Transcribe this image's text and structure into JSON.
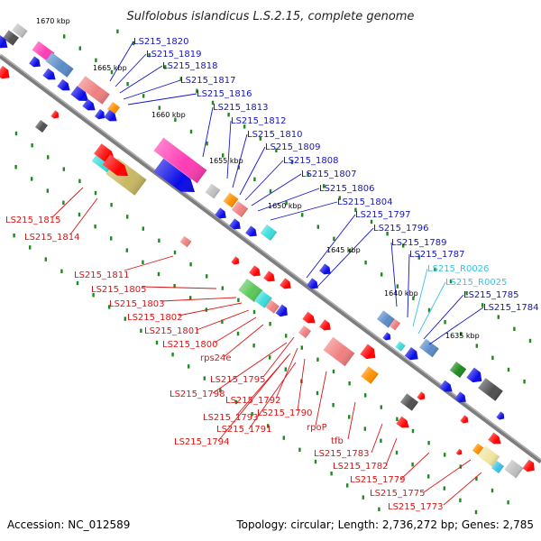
{
  "header": {
    "title": "Sulfolobus islandicus L.S.2.15, complete genome"
  },
  "footer": {
    "accession": "Accession: NC_012589",
    "topology": "Topology: circular; Length: 2,736,272 bp; Genes: 2,785"
  },
  "colors": {
    "forward_label": "#1414c8",
    "reverse_label": "#dc1414",
    "rna_label": "#3cc3e6",
    "backbone": "#808080",
    "tick": "#1f8a1f"
  },
  "kbp_ticks": [
    "1670 kbp",
    "1665 kbp",
    "1660 kbp",
    "1655 kbp",
    "1650 kbp",
    "1645 kbp",
    "1640 kbp",
    "1635 kbp"
  ],
  "forward_labels": [
    "LS215_1820",
    "LS215_1819",
    "LS215_1818",
    "LS215_1817",
    "LS215_1816",
    "LS215_1813",
    "LS215_1812",
    "LS215_1810",
    "LS215_1809",
    "LS215_1808",
    "LS215_1807",
    "LS215_1806",
    "LS215_1804",
    "LS215_1797",
    "LS215_1796",
    "LS215_1789",
    "LS215_1787",
    "LS215_1785",
    "LS215_1784"
  ],
  "rna_labels": [
    "LS215_R0026",
    "LS215_R0025"
  ],
  "reverse_labels": [
    "LS215_1815",
    "LS215_1814",
    "LS215_1811",
    "LS215_1805",
    "LS215_1803",
    "LS215_1802",
    "LS215_1801",
    "LS215_1800",
    "rps24e",
    "LS215_1795",
    "LS215_1798",
    "LS215_1792",
    "LS215_1793",
    "LS215_1790",
    "LS215_1791",
    "LS215_1794",
    "rpoP",
    "tfb",
    "LS215_1783",
    "LS215_1782",
    "LS215_1779",
    "LS215_1775",
    "LS215_1773"
  ]
}
